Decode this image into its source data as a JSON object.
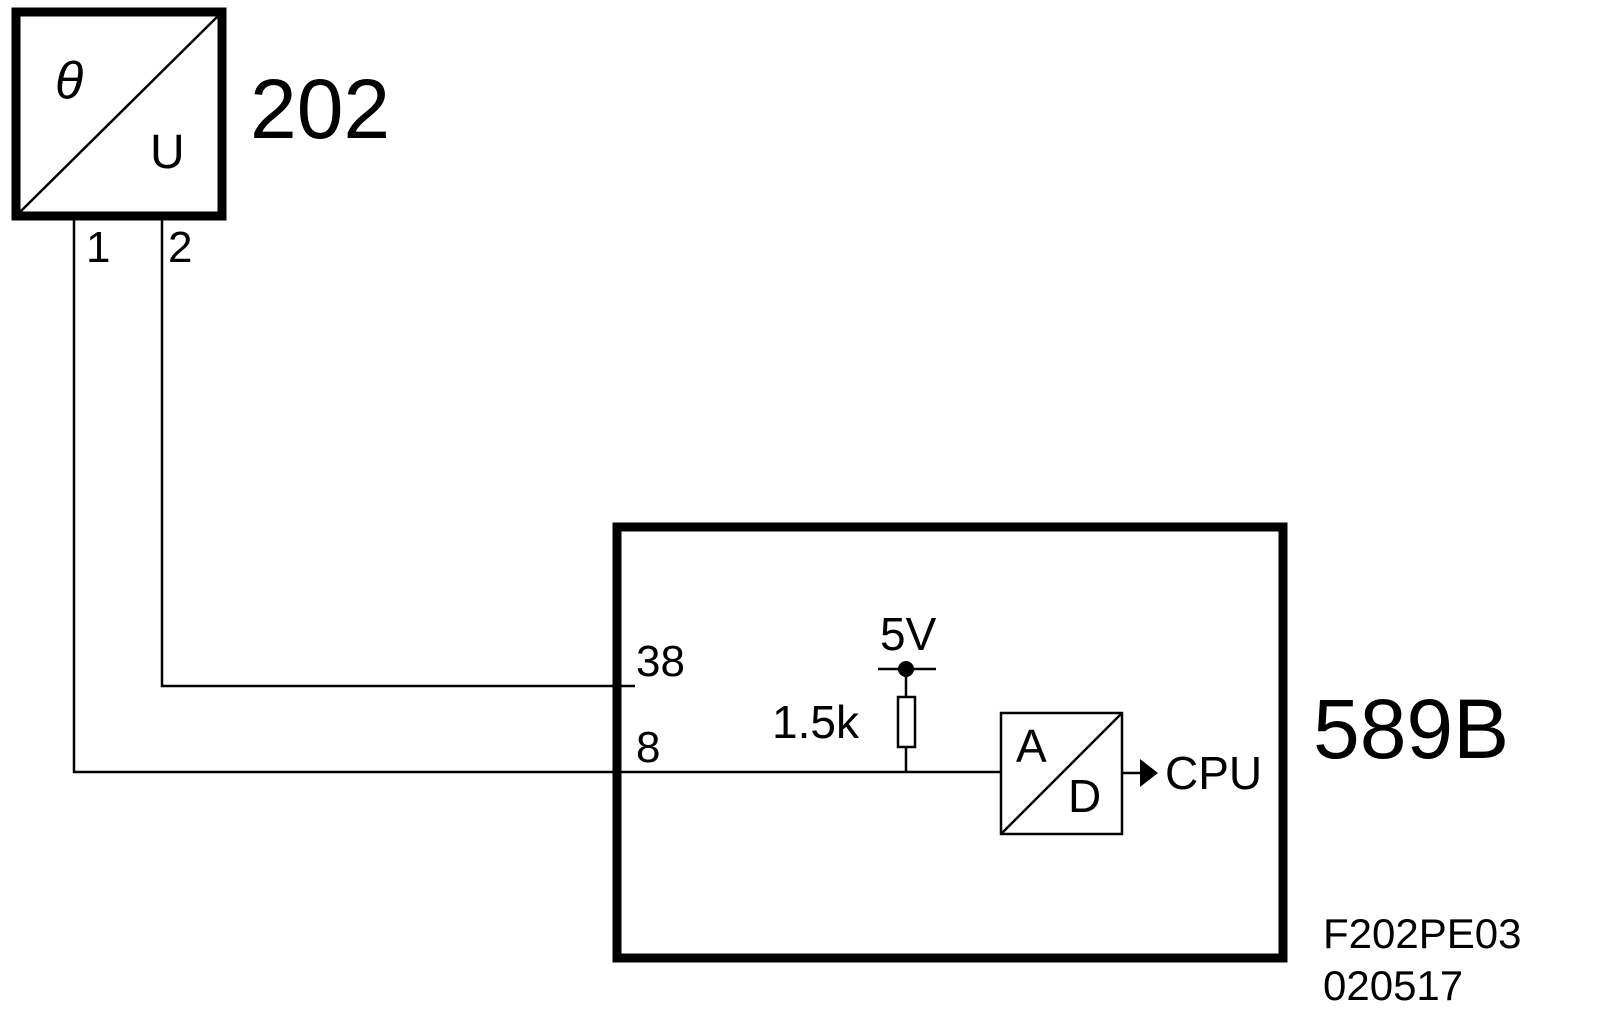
{
  "sensor": {
    "id": "202",
    "output_label": "U",
    "input_symbol": "θ",
    "pins": {
      "pin1": "1",
      "pin2": "2"
    }
  },
  "ecu": {
    "id": "589B",
    "pins": {
      "pin38": "38",
      "pin8": "8"
    },
    "supply_label": "5V",
    "resistor_label": "1.5k",
    "adc": {
      "a_label": "A",
      "d_label": "D"
    },
    "cpu_label": "CPU"
  },
  "footer": {
    "code": "F202PE03",
    "date": "020517"
  }
}
